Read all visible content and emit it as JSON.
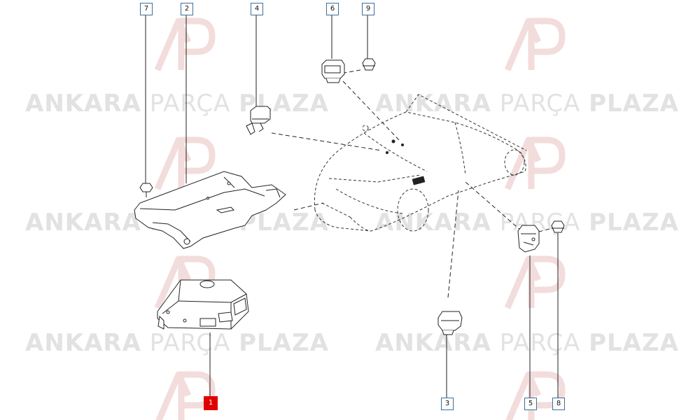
{
  "watermark": {
    "logo_text": "AP",
    "word1": "ANKARA",
    "word2": "PARÇA",
    "word3": "PLAZA",
    "color": "#e2e2e2",
    "logo_color": "#f2dede"
  },
  "callouts": [
    {
      "id": "1",
      "selected": true
    },
    {
      "id": "2",
      "selected": false
    },
    {
      "id": "3",
      "selected": false
    },
    {
      "id": "4",
      "selected": false
    },
    {
      "id": "5",
      "selected": false
    },
    {
      "id": "6",
      "selected": false
    },
    {
      "id": "7",
      "selected": false
    },
    {
      "id": "8",
      "selected": false
    },
    {
      "id": "9",
      "selected": false
    }
  ],
  "colors": {
    "callout_border": "#3d6f9a",
    "selected": "#e00000",
    "line": "#222222"
  }
}
